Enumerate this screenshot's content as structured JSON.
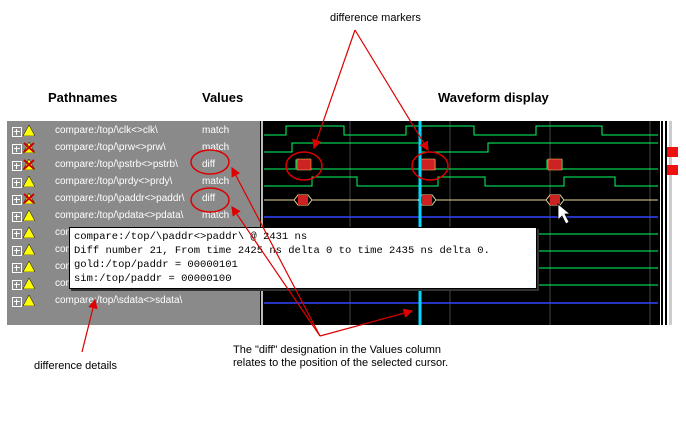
{
  "annotations": {
    "difference_markers": "difference markers",
    "difference_details": "difference details",
    "diff_line1": "The \"diff\" designation in the Values column",
    "diff_line2": "relates to the position of the selected cursor."
  },
  "headers": {
    "pathnames": "Pathnames",
    "values": "Values",
    "waveform": "Waveform display"
  },
  "rows": [
    {
      "path": "compare:/top/\\clk<>clk\\",
      "value": "match",
      "status": "match"
    },
    {
      "path": "compare:/top/\\prw<>prw\\",
      "value": "match",
      "status": "diff"
    },
    {
      "path": "compare:/top/\\pstrb<>pstrb\\",
      "value": "diff",
      "status": "diff"
    },
    {
      "path": "compare:/top/\\prdy<>prdy\\",
      "value": "match",
      "status": "match"
    },
    {
      "path": "compare:/top/\\paddr<>paddr\\",
      "value": "diff",
      "status": "diff"
    },
    {
      "path": "compare:/top/\\pdata<>pdata\\",
      "value": "match",
      "status": "match"
    },
    {
      "path": "com",
      "value": "",
      "status": "match"
    },
    {
      "path": "com",
      "value": "",
      "status": "match"
    },
    {
      "path": "com",
      "value": "",
      "status": "match"
    },
    {
      "path": "com",
      "value": "",
      "status": "match"
    },
    {
      "path": "compare:/top/\\sdata<>sdata\\",
      "value": "",
      "status": "match"
    }
  ],
  "popup": {
    "line1": "compare:/top/\\paddr<>paddr\\ @ 2431 ns",
    "line2": "Diff number 21, From time 2425 ns delta 0 to time 2435 ns delta 0.",
    "line3": "gold:/top/paddr = 00000101",
    "line4": "sim:/top/paddr = 00000100"
  },
  "colors": {
    "wave": "#00ff66",
    "diff_marker": "#cc2222",
    "cursor": "#00d8ff",
    "callout": "#dd0000",
    "panel_gray": "#8a8a8a"
  }
}
